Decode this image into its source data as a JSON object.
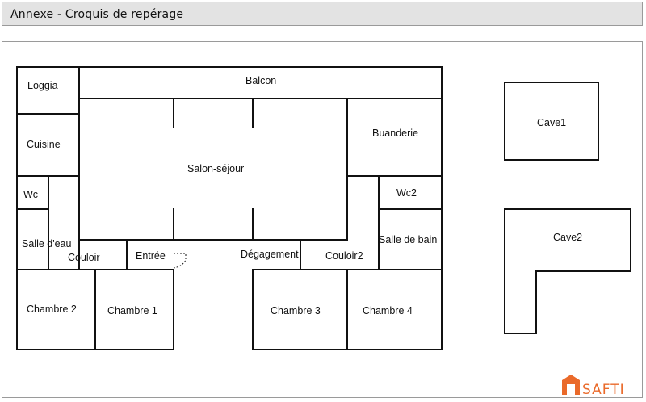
{
  "header": {
    "title": "Annexe - Croquis de repérage"
  },
  "rooms": {
    "loggia": "Loggia",
    "balcon": "Balcon",
    "cuisine": "Cuisine",
    "salon": "Salon-séjour",
    "buanderie": "Buanderie",
    "wc": "Wc",
    "wc2": "Wc2",
    "salle_eau": "Salle d'eau",
    "couloir": "Couloir",
    "entree": "Entrée",
    "degagement": "Dégagement",
    "couloir2": "Couloir2",
    "salle_bain": "Salle de bain",
    "chambre2": "Chambre 2",
    "chambre1": "Chambre 1",
    "chambre3": "Chambre 3",
    "chambre4": "Chambre 4",
    "cave1": "Cave1",
    "cave2": "Cave2"
  },
  "logo": {
    "text": "SAFTI",
    "color": "#ea6a2a"
  }
}
